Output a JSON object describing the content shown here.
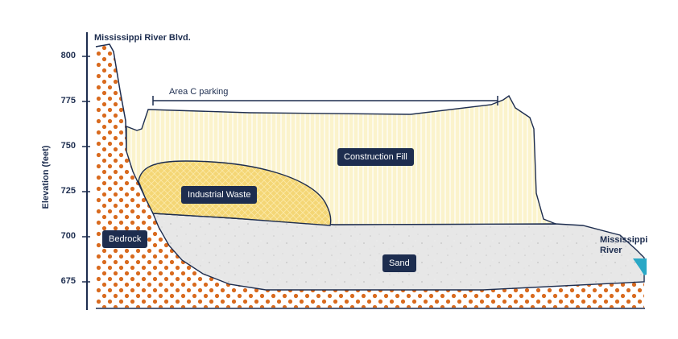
{
  "y_axis": {
    "label": "Elevation (feet)",
    "ticks": [
      "800",
      "775",
      "750",
      "725",
      "700",
      "675"
    ]
  },
  "labels": {
    "bluff": "Mississippi River Blvd.",
    "parking": "Area C parking",
    "river": "Mississippi River"
  },
  "layers": {
    "construction_fill": "Construction Fill",
    "industrial_waste": "Industrial Waste",
    "bedrock": "Bedrock",
    "sand": "Sand"
  },
  "colors": {
    "navy": "#1d2d4f",
    "bedrock_dot": "#d96a1e",
    "fill_yellow": "#fbf3cc",
    "waste_yellow": "#f5d776",
    "sand_gray": "#e6e6e6",
    "water": "#2aa8c6"
  }
}
